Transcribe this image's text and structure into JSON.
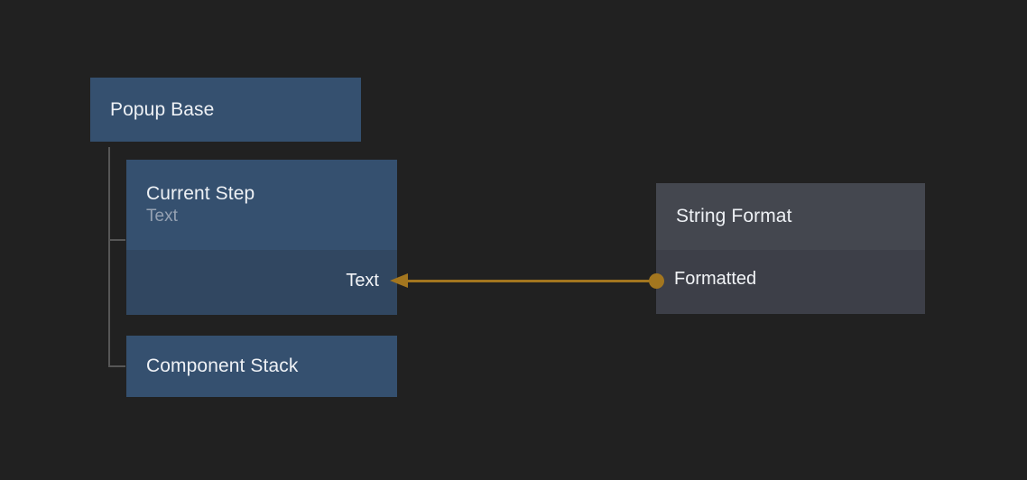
{
  "canvas": {
    "background": "#212121",
    "accent_wire": "#a3761f",
    "node_blue_header": "#35506f",
    "node_blue_body": "#314761",
    "node_gray_header": "#44474f",
    "node_gray_body": "#3d3f48",
    "tree_line": "#565656"
  },
  "nodes": {
    "popup_base": {
      "title": "Popup Base"
    },
    "current_step": {
      "title": "Current Step",
      "subtitle": "Text",
      "output_port_label": "Text"
    },
    "component_stack": {
      "title": "Component Stack"
    },
    "string_format": {
      "title": "String Format",
      "output_port_label": "Formatted"
    }
  },
  "connection": {
    "from_node": "String Format",
    "from_port": "Formatted",
    "to_node": "Current Step",
    "to_port": "Text",
    "color": "#a3761f"
  }
}
